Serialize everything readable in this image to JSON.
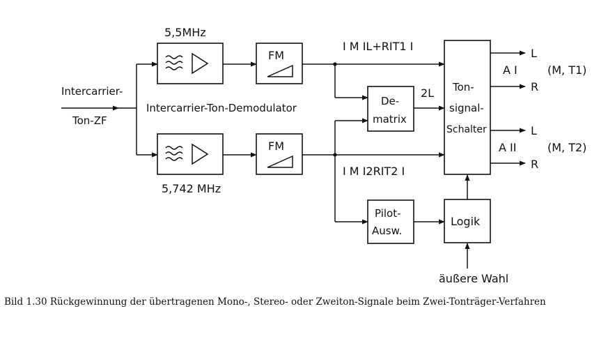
{
  "input": {
    "line1": "Intercarrier-",
    "line2": "Ton-ZF"
  },
  "demodulator_label": "Intercarrier-Ton-Demodulator",
  "upper_filter_freq": "5,5MHz",
  "lower_filter_freq": "5,742 MHz",
  "fm_label": "FM",
  "upper_signal": "I M  IL+RIT1 I",
  "lower_signal": "I M  I2RIT2 I",
  "dematrix": {
    "line1": "De-",
    "line2": "matrix"
  },
  "dematrix_output": "2L",
  "switch": {
    "line1": "Ton-",
    "line2": "signal-",
    "line3": "Schalter"
  },
  "pilot": {
    "line1": "Pilot-",
    "line2": "Ausw."
  },
  "logic": "Logik",
  "external": "äußere Wahl",
  "outputs": {
    "l": "L",
    "r": "R",
    "group1": "A I",
    "group1_mode": "(M, T1)",
    "group2": "A II",
    "group2_mode": "(M, T2)"
  },
  "caption": "Bild 1.30  Rückgewinnung der übertragenen Mono-, Stereo- oder Zweiton-Signale beim Zwei-Tonträger-Verfahren"
}
